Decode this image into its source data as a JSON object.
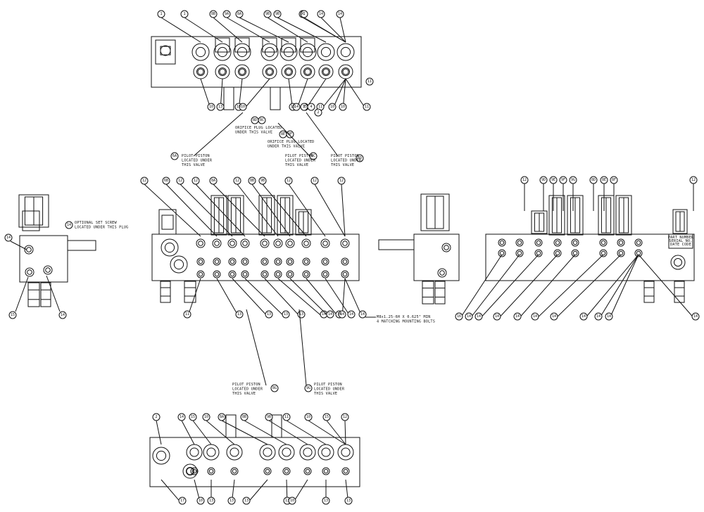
{
  "notes": {
    "orifice_plug_1": [
      "ORIFICE PLUG LOCATED",
      "UNDER THIS VALVE"
    ],
    "orifice_plug_2": [
      "ORIFICE PLUG LOCATED",
      "UNDER THIS VALVE"
    ],
    "pilot_piston_left": [
      "PILOT PISTON",
      "LOCATED UNDER",
      "THIS VALVE"
    ],
    "pilot_piston_mid": [
      "PILOT PISTON",
      "LOCATED UNDER",
      "THIS VALVE"
    ],
    "pilot_piston_right": [
      "PILOT PISTON",
      "LOCATED UNDER",
      "THIS VALVE"
    ],
    "pilot_piston_bottom_left": [
      "PILOT PISTON",
      "LOCATED UNDER",
      "THIS VALVE"
    ],
    "pilot_piston_bottom_right": [
      "PILOT PISTON",
      "LOCATED UNDER",
      "THIS VALVE"
    ],
    "optional_set_screw": [
      "OPTIONAL SET SCREW",
      "LOCATED UNDER THIS PLUG"
    ],
    "mounting_bolts": [
      "M8x1.25-6H X 0.625\" MIN",
      "4 MATCHING MOUNTING BOLTS"
    ]
  },
  "bubbles": {
    "top_view_upper": [
      "1",
      "1",
      "8B",
      "9A",
      "8A",
      "9B",
      "9B",
      "9C",
      "1",
      "14",
      "14"
    ],
    "top_view_lower": [
      "10",
      "13",
      "10",
      "10",
      "15",
      "14",
      "15",
      "11",
      "10",
      "10",
      "11"
    ],
    "top_view_callouts": [
      "8D",
      "8C",
      "8E",
      "8F"
    ],
    "front_view_upper": [
      "12",
      "6B",
      "12",
      "12",
      "8A",
      "12",
      "8B",
      "9B",
      "12",
      "12",
      "12"
    ],
    "front_view_lower": [
      "11",
      "13",
      "13",
      "13",
      "13",
      "14",
      "14",
      "14",
      "14",
      "14",
      "14"
    ],
    "left_view": [
      "14",
      "14",
      "15",
      "14",
      "14"
    ],
    "right_view_upper": [
      "12",
      "9D",
      "9E",
      "9F",
      "9G",
      "8D",
      "8E",
      "8F",
      "12"
    ],
    "right_view_lower": [
      "16",
      "14",
      "14",
      "14",
      "14",
      "14",
      "14",
      "14",
      "14",
      "14",
      "14"
    ],
    "bottom_view_upper": [
      "2",
      "14",
      "15",
      "10",
      "8A",
      "8B",
      "9B",
      "11",
      "10",
      "15",
      "12"
    ],
    "bottom_view_lower": [
      "17",
      "10",
      "13",
      "13",
      "13",
      "13",
      "10",
      "13",
      "13"
    ],
    "bottom_callouts": [
      "8G",
      "9G"
    ]
  },
  "plate_text": [
    "PART NUMBER",
    "SERIAL NO.",
    "DATE CODE"
  ]
}
